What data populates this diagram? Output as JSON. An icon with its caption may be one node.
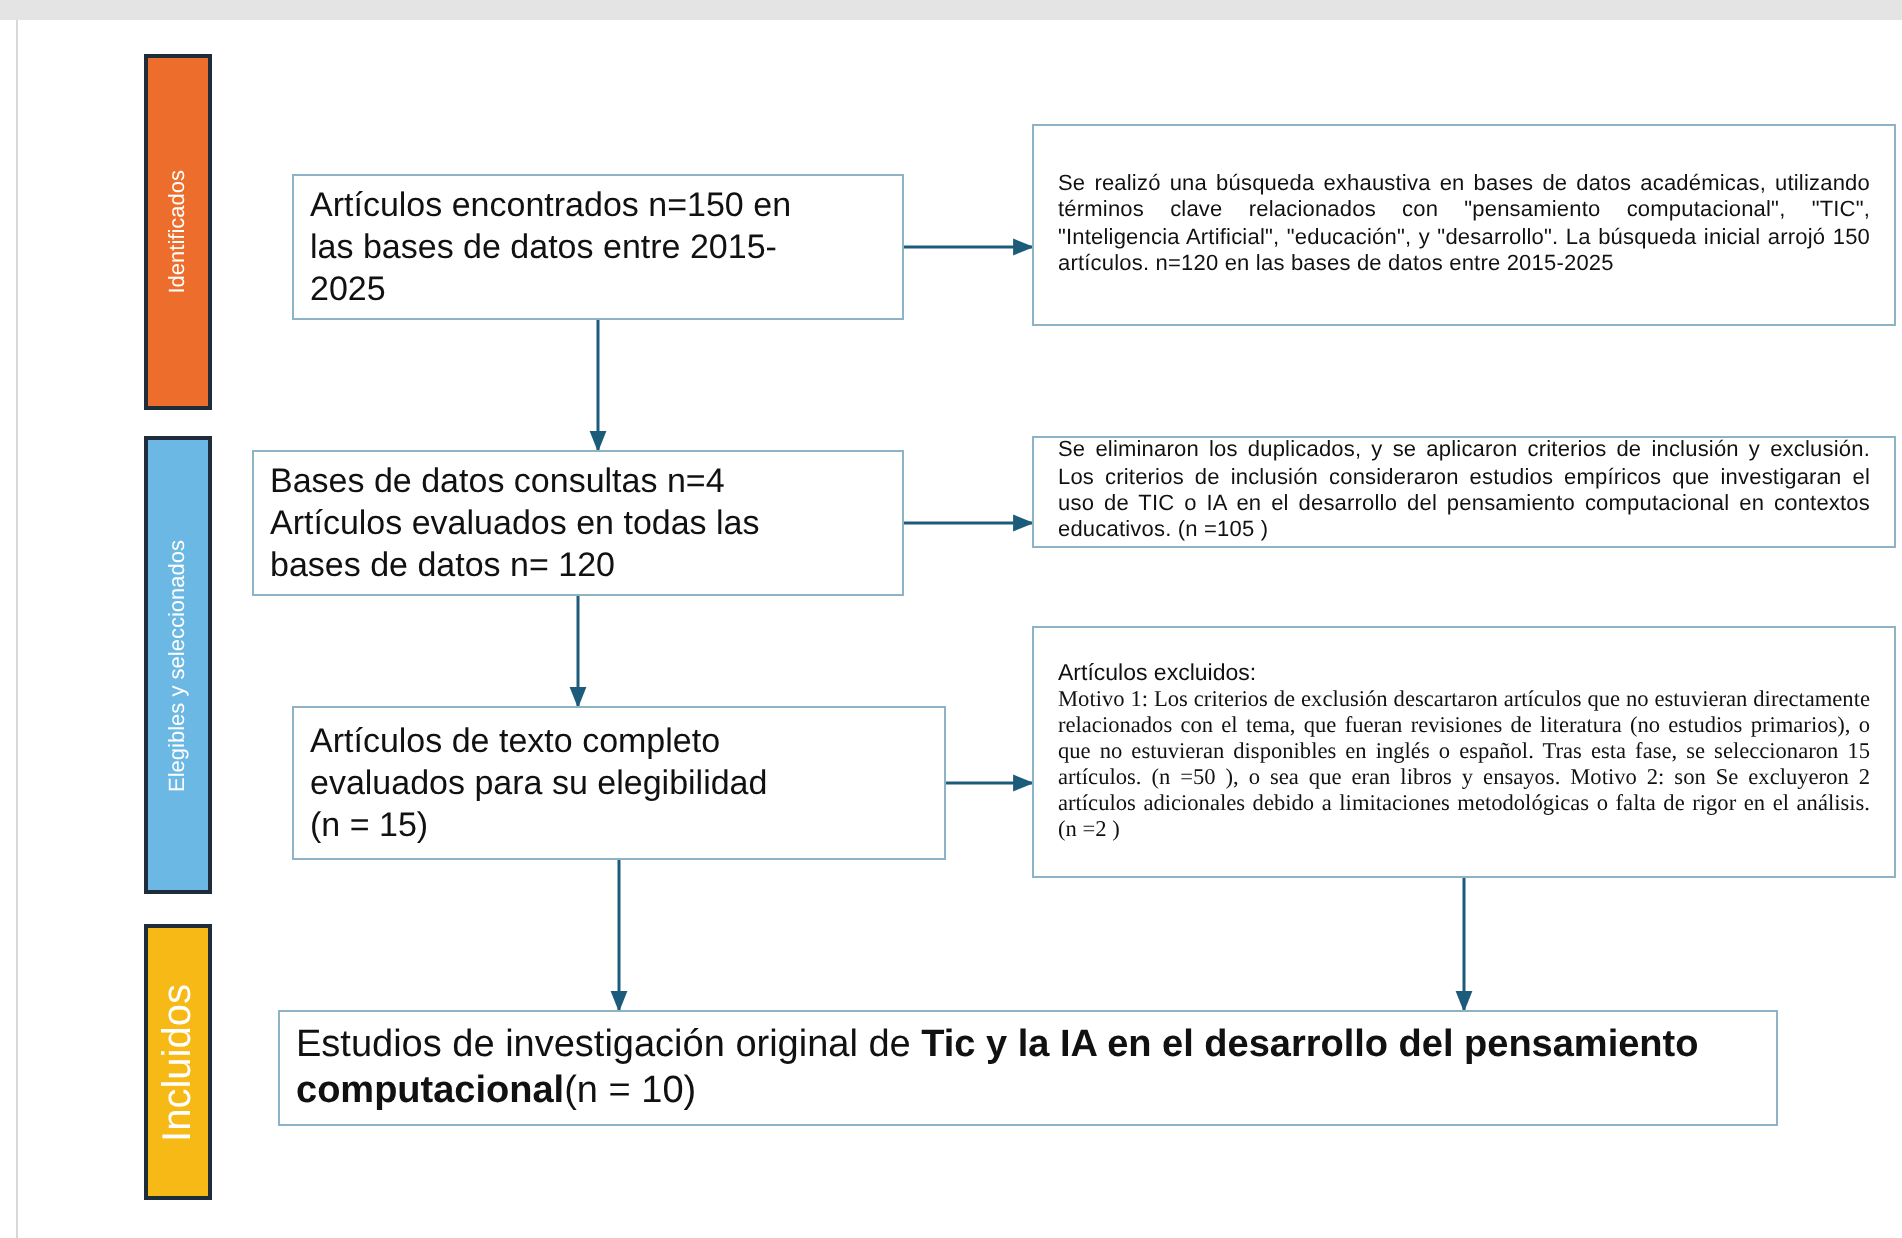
{
  "diagram": {
    "nodes": [
      {
        "text": [
          "Identificados"
        ]
      },
      {
        "text": [
          "Elegibles y seleccionados"
        ]
      },
      {
        "text": [
          "Incluidos"
        ]
      },
      {
        "text": [
          "Artículos encontrados n=150 en las bases de datos entre 2015-2025"
        ]
      },
      {
        "text": [
          "Se realizó una búsqueda exhaustiva en bases de datos académicas, utilizando términos clave relacionados con \"pensamiento computacional\", \"TIC\", \"Inteligencia Artificial\", \"educación\", y \"desarrollo\". La búsqueda inicial arrojó 150 artículos. n=120  en las bases de datos entre 2015-2025"
        ]
      },
      {
        "text": [
          "Bases de datos consultas n=4 Artículos evaluados en todas las bases de datos  n= 120"
        ]
      },
      {
        "text": [
          "Se eliminaron los duplicados, y se aplicaron criterios de inclusión y exclusión. Los criterios de inclusión consideraron estudios empíricos que investigaran el uso de TIC o IA en el desarrollo del pensamiento computacional en contextos educativos.  (n =105 )"
        ]
      },
      {
        "text": [
          "Artículos de texto completo evaluados para su elegibilidad (n = 15)"
        ]
      },
      {
        "text": [
          "Artículos excluidos:",
          "Motivo 1: Los criterios de exclusión descartaron artículos que no estuvieran directamente relacionados con el tema, que fueran revisiones de literatura (no estudios primarios), o que no estuvieran disponibles en inglés o español. Tras esta fase, se seleccionaron 15 artículos. (n =50 ), o sea que eran libros y ensayos. Motivo 2: son Se excluyeron 2 artículos adicionales debido a limitaciones metodológicas o falta de rigor en el análisis. (n =2 )"
        ]
      },
      {
        "text": [
          "Estudios de investigación original de **Tic y la IA en el desarrollo del pensamiento computacional**(n = 10)"
        ]
      }
    ],
    "edges": [
      {
        "from": 3,
        "to": 4,
        "arrow": "to"
      },
      {
        "from": 3,
        "to": 5,
        "arrow": "to"
      },
      {
        "from": 5,
        "to": 6,
        "arrow": "to"
      },
      {
        "from": 5,
        "to": 7,
        "arrow": "to"
      },
      {
        "from": 7,
        "to": 8,
        "arrow": "to"
      },
      {
        "from": 7,
        "to": 9,
        "arrow": "to"
      },
      {
        "from": 8,
        "to": 9,
        "arrow": "to"
      }
    ]
  }
}
